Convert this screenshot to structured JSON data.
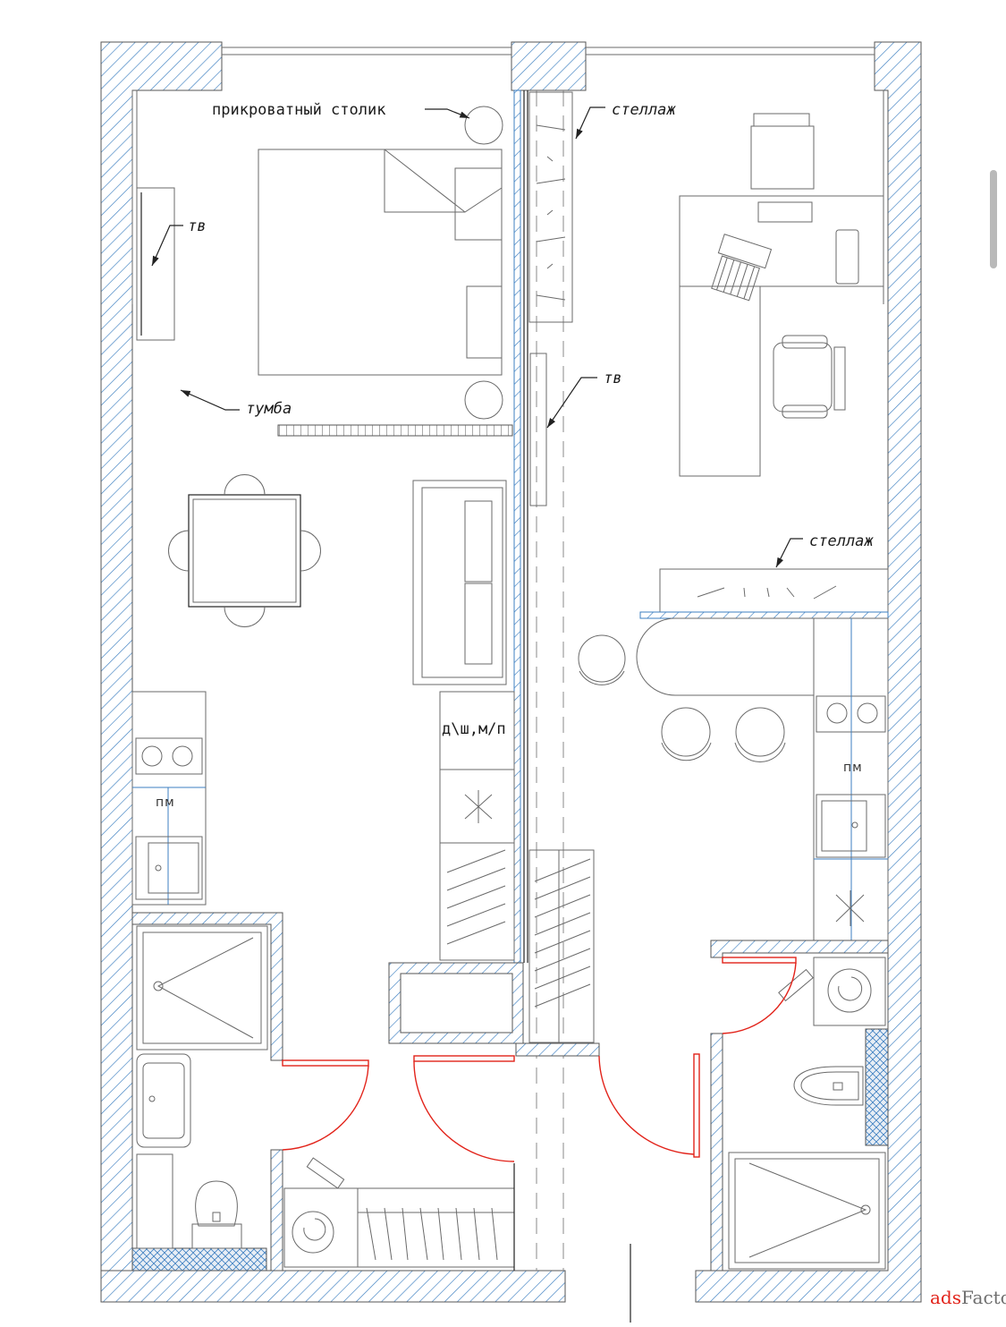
{
  "labels": {
    "bedside_table": "прикроватный столик",
    "shelving_top": "стеллаж",
    "tv_left": "тв",
    "tv_center": "тв",
    "cabinet": "тумба",
    "shelving_right": "стеллаж",
    "appliances": "д\\ш,м/п",
    "dishwasher_left": "пм",
    "dishwasher_right": "пм"
  },
  "watermark": {
    "prefix": "ads",
    "suffix": "Factory"
  },
  "colors": {
    "wall_hatch": "#3d7fc1",
    "door_swing": "#e2231a",
    "line": "#6a6a6a"
  }
}
